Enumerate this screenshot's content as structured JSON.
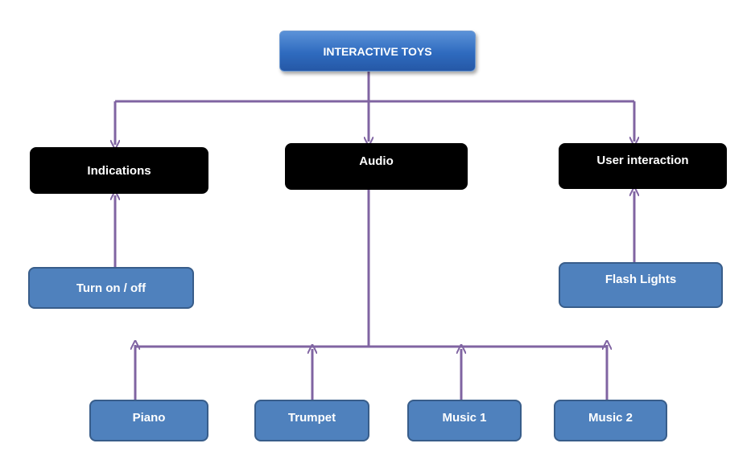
{
  "diagram": {
    "root": {
      "label": "INTERACTIVE TOYS"
    },
    "categories": [
      {
        "key": "indications",
        "label": "Indications"
      },
      {
        "key": "audio",
        "label": "Audio"
      },
      {
        "key": "user_interaction",
        "label": "User interaction"
      }
    ],
    "inputs": {
      "turn_on_off": {
        "label": "Turn on / off",
        "feeds": "Indications"
      },
      "flash_lights": {
        "label": "Flash Lights",
        "feeds": "User interaction"
      }
    },
    "audio_items": [
      {
        "label": "Piano"
      },
      {
        "label": "Trumpet"
      },
      {
        "label": "Music 1"
      },
      {
        "label": "Music 2"
      }
    ],
    "colors": {
      "connector": "#8064a2",
      "blue_box": "#4f81bd",
      "blue_border": "#385d8a",
      "black_box": "#000000"
    }
  }
}
